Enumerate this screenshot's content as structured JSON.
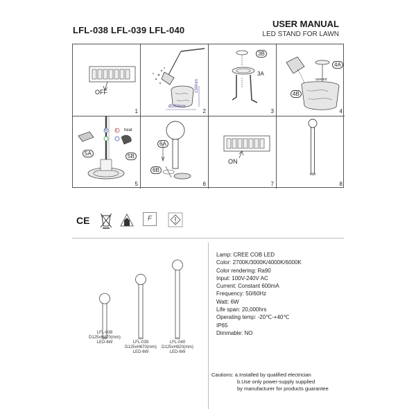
{
  "header": {
    "models": "LFL-038 LFL-039 LFL-040",
    "title": "USER MANUAL",
    "subtitle": "LED STAND FOR LAWN"
  },
  "steps": [
    {
      "number": "1",
      "labels": [
        "OFF"
      ]
    },
    {
      "number": "2",
      "labels": [
        "Ø200mm",
        "150mm"
      ]
    },
    {
      "number": "3",
      "labels": [
        "3B",
        "3A"
      ]
    },
    {
      "number": "4",
      "labels": [
        "4A",
        "4B",
        "cement"
      ]
    },
    {
      "number": "5",
      "labels": [
        "5A",
        "5B",
        "heat",
        "N",
        "L"
      ]
    },
    {
      "number": "6",
      "labels": [
        "6A",
        "6B"
      ]
    },
    {
      "number": "7",
      "labels": [
        "ON"
      ]
    },
    {
      "number": "8",
      "labels": []
    }
  ],
  "certifications": [
    "ce-mark-icon",
    "weee-bin-icon",
    "indoor-house-icon",
    "f-mark-icon",
    "protection-class-icon"
  ],
  "certification_text": {
    "ce": "CE",
    "f": "F"
  },
  "products": [
    {
      "model": "LFL-038",
      "size": "D125xH470(mm)",
      "power": "LED-6W",
      "height_mm": 470
    },
    {
      "model": "LFL-039",
      "size": "D125xH670(mm)",
      "power": "LED-6W",
      "height_mm": 670
    },
    {
      "model": "LFL-040",
      "size": "D125xH820(mm)",
      "power": "LED-6W",
      "height_mm": 820
    }
  ],
  "specs": [
    "Lamp: CREE COB LED",
    "Color: 2700K/3000K/4000K/6000K",
    "Color rendering: Ra90",
    "Input: 100V-240V AC",
    "Current: Constant 600mA",
    "Frequency: 50/60Hz",
    "Watt: 6W",
    "Life span: 20,000hrs",
    "Operating temp: -20℃-+40℃",
    "IP65",
    "Dimmable: NO"
  ],
  "cautions": [
    "Cautions: a.Installed by qualified electrician",
    "b.Use only power-supply supplied",
    "by manufacturer for products guarantee"
  ]
}
